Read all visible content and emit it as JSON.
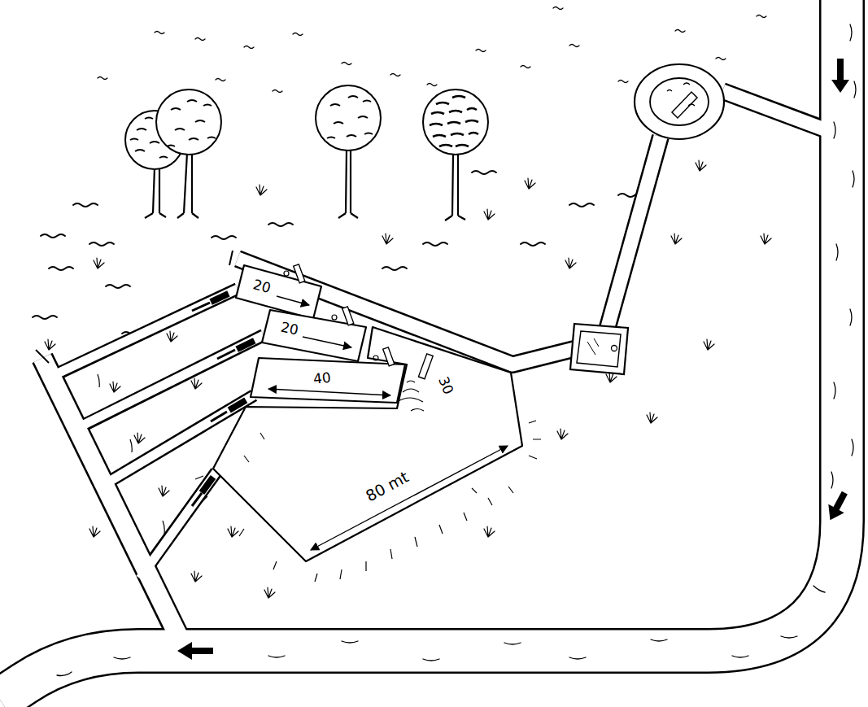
{
  "diagram": {
    "nodes": [
      {
        "text": [
          "20"
        ]
      },
      {
        "text": [
          "20"
        ]
      },
      {
        "text": [
          "40"
        ]
      },
      {
        "text": [
          "30",
          "80 mt"
        ]
      }
    ]
  }
}
